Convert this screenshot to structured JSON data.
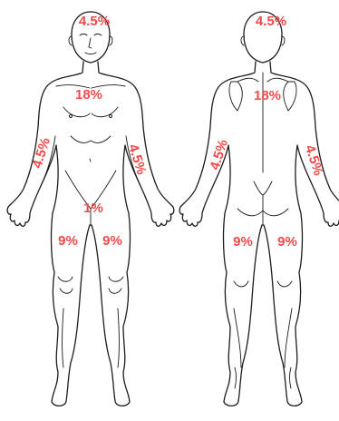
{
  "front": {
    "head": "4.5%",
    "chest": "18%",
    "arm_right": "4.5%",
    "arm_left": "4.5%",
    "groin": "1%",
    "leg_right": "9%",
    "leg_left": "9%"
  },
  "back": {
    "head": "4.5%",
    "back": "18%",
    "arm_left": "4.5%",
    "arm_right": "4.5%",
    "leg_left": "9%",
    "leg_right": "9%"
  },
  "colors": {
    "label": "#f04a4a",
    "outline": "#1c1c1c"
  },
  "icons": {
    "front": "human-front-outline-icon",
    "back": "human-back-outline-icon"
  }
}
